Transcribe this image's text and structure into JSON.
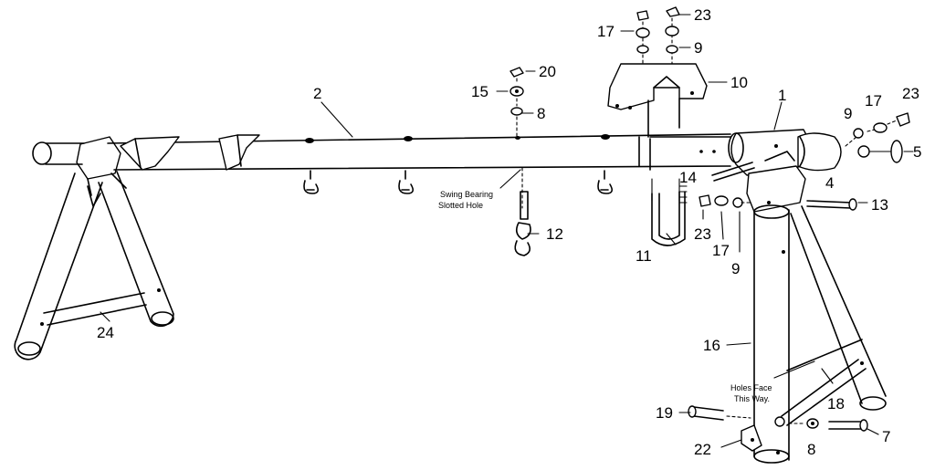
{
  "parts": {
    "p1": "1",
    "p2": "2",
    "p4": "4",
    "p5": "5",
    "p7": "7",
    "p8a": "8",
    "p8b": "8",
    "p9a": "9",
    "p9b": "9",
    "p9c": "9",
    "p10": "10",
    "p11": "11",
    "p12": "12",
    "p13": "13",
    "p14": "14",
    "p15": "15",
    "p16": "16",
    "p17a": "17",
    "p17b": "17",
    "p17c": "17",
    "p18": "18",
    "p19": "19",
    "p20": "20",
    "p22": "22",
    "p23a": "23",
    "p23b": "23",
    "p23c": "23",
    "p24": "24"
  },
  "notes": {
    "swing_bearing_line1": "Swing Bearing",
    "swing_bearing_line2": "Slotted Hole",
    "holes_face_line1": "Holes Face",
    "holes_face_line2": "This Way."
  }
}
